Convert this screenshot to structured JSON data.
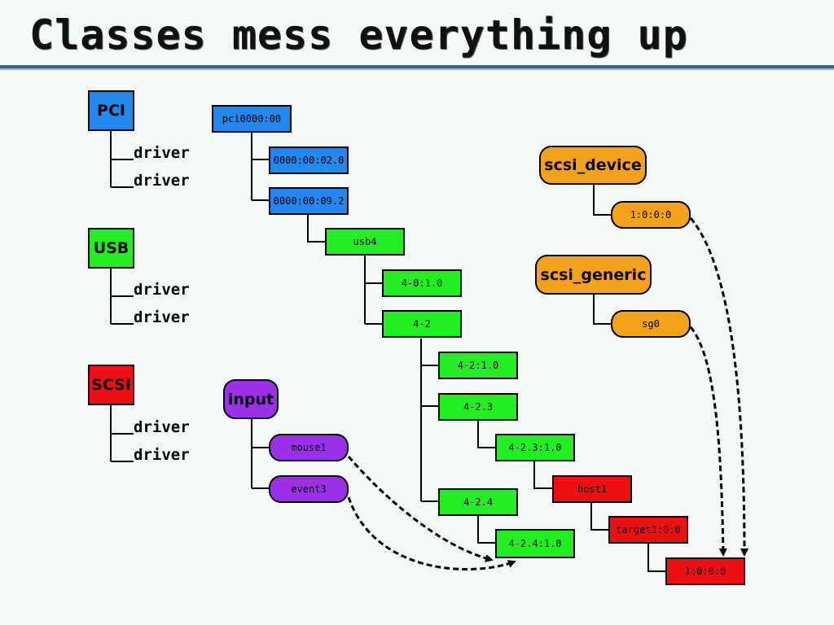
{
  "title": "Classes mess everything up",
  "colors": {
    "blue": "#2288ee",
    "green": "#22ee22",
    "red": "#ee1111",
    "orange": "#f4a21b",
    "purple": "#9b30e8"
  },
  "buses": [
    {
      "label": "PCI",
      "drivers": [
        "driver",
        "driver"
      ]
    },
    {
      "label": "USB",
      "drivers": [
        "driver",
        "driver"
      ]
    },
    {
      "label": "SCSI",
      "drivers": [
        "driver",
        "driver"
      ]
    }
  ],
  "devices": {
    "pci0000": "pci0000:00",
    "pci0200": "0000:00:02.0",
    "pci0920": "0000:00:09.2",
    "usb4": "usb4",
    "usb4_0_1_0": "4-0:1.0",
    "usb4_2": "4-2",
    "usb4_2_1_0": "4-2:1.0",
    "usb4_2_3": "4-2.3",
    "usb4_2_3_1_0": "4-2.3:1.0",
    "host1": "host1",
    "usb4_2_4": "4-2.4",
    "usb4_2_4_1_0": "4-2.4:1.0",
    "target1": "target1:0:0",
    "scsi_1000": "1:0:0:0"
  },
  "classes": {
    "scsi_device": {
      "label": "scsi_device",
      "child": "1:0:0:0"
    },
    "scsi_generic": {
      "label": "scsi_generic",
      "child": "sg0"
    },
    "input": {
      "label": "input",
      "children": [
        "mouse1",
        "event3"
      ]
    }
  }
}
